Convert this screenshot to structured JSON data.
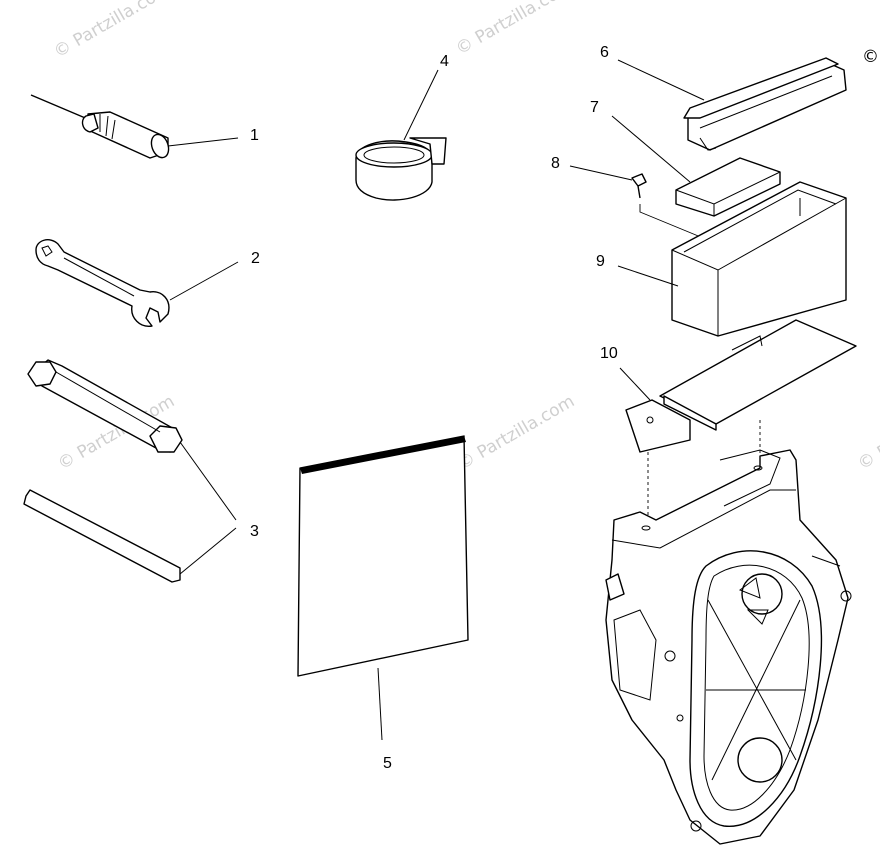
{
  "watermarks": {
    "text": "© Partzilla.com",
    "corner_symbol": "©"
  },
  "callouts": [
    "1",
    "2",
    "3",
    "4",
    "5",
    "6",
    "7",
    "8",
    "9",
    "10"
  ]
}
